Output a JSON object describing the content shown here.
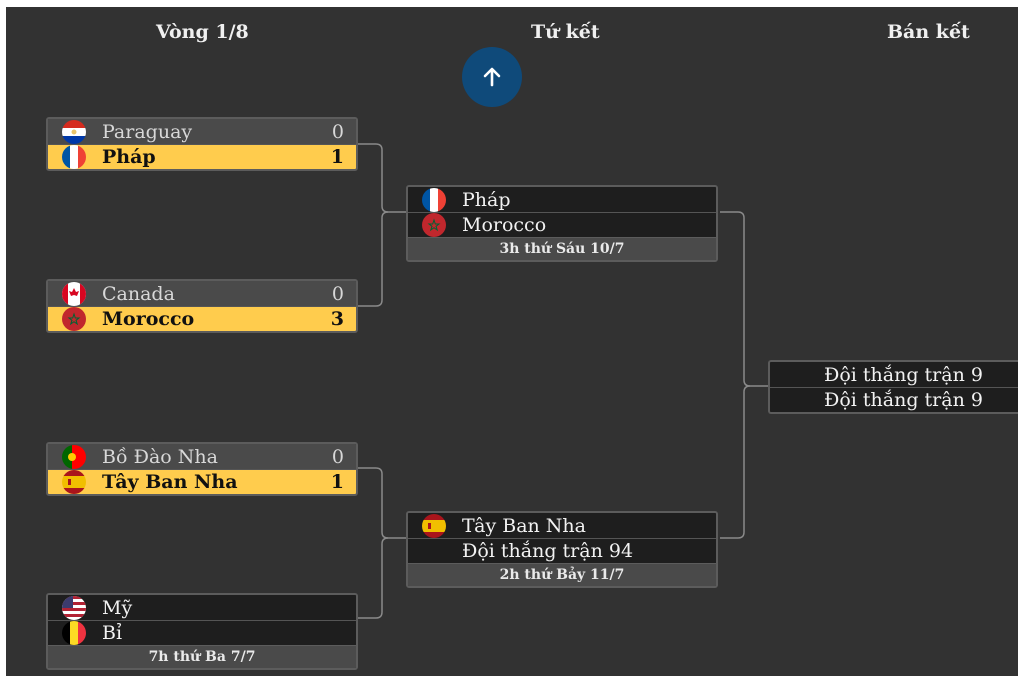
{
  "rounds": {
    "r16": "Vòng 1/8",
    "qf": "Tứ kết",
    "sf": "Bán kết"
  },
  "scroll_up_icon": "arrow-up-icon",
  "r16_matches": [
    {
      "team1": {
        "name": "Paraguay",
        "score": "0",
        "flag": "paraguay"
      },
      "team2": {
        "name": "Pháp",
        "score": "1",
        "flag": "france"
      }
    },
    {
      "team1": {
        "name": "Canada",
        "score": "0",
        "flag": "canada"
      },
      "team2": {
        "name": "Morocco",
        "score": "3",
        "flag": "morocco"
      }
    },
    {
      "team1": {
        "name": "Bồ Đào Nha",
        "score": "0",
        "flag": "portugal"
      },
      "team2": {
        "name": "Tây Ban Nha",
        "score": "1",
        "flag": "spain"
      }
    },
    {
      "team1": {
        "name": "Mỹ",
        "flag": "usa"
      },
      "team2": {
        "name": "Bỉ",
        "flag": "belgium"
      },
      "time": "7h thứ Ba 7/7"
    }
  ],
  "qf_matches": [
    {
      "team1": {
        "name": "Pháp",
        "flag": "france"
      },
      "team2": {
        "name": "Morocco",
        "flag": "morocco"
      },
      "time": "3h thứ Sáu 10/7"
    },
    {
      "team1": {
        "name": "Tây Ban Nha",
        "flag": "spain"
      },
      "team2": {
        "name": "Đội thắng trận 94"
      },
      "time": "2h thứ Bảy 11/7"
    }
  ],
  "sf_matches": [
    {
      "team1": {
        "name": "Đội thắng trận 9"
      },
      "team2": {
        "name": "Đội thắng trận 9"
      }
    }
  ],
  "colors": {
    "background": "#323232",
    "winner_row": "#ffcc4d",
    "loser_row": "#4a4a4a",
    "pending_row": "#1e1e1e",
    "up_button": "#0f4a7a"
  }
}
